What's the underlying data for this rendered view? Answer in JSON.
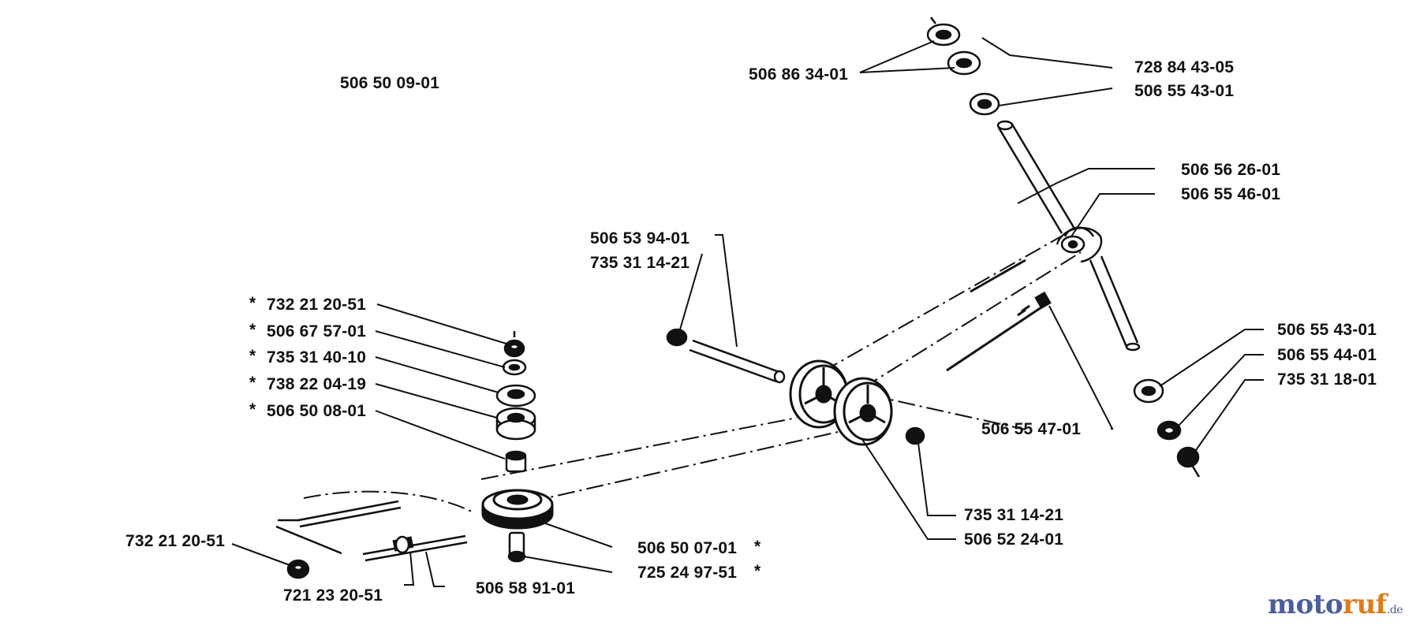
{
  "diagram": {
    "assembly_number": "506 50 09-01",
    "parts": [
      {
        "id": "p-728844305",
        "number": "728 84 43-05",
        "star": "none"
      },
      {
        "id": "p-506863401",
        "number": "506 86 34-01",
        "star": "none"
      },
      {
        "id": "p-506554301a",
        "number": "506 55 43-01",
        "star": "none"
      },
      {
        "id": "p-506562601",
        "number": "506 56 26-01",
        "star": "none"
      },
      {
        "id": "p-506554601",
        "number": "506 55 46-01",
        "star": "none"
      },
      {
        "id": "p-506539401",
        "number": "506 53 94-01",
        "star": "none"
      },
      {
        "id": "p-735311421a",
        "number": "735 31 14-21",
        "star": "none"
      },
      {
        "id": "p-732212051a",
        "number": "732 21 20-51",
        "star": "left"
      },
      {
        "id": "p-506675701",
        "number": "506 67 57-01",
        "star": "left"
      },
      {
        "id": "p-735314010",
        "number": "735 31 40-10",
        "star": "left"
      },
      {
        "id": "p-738220419",
        "number": "738 22 04-19",
        "star": "left"
      },
      {
        "id": "p-506500801",
        "number": "506 50 08-01",
        "star": "left"
      },
      {
        "id": "p-506554301b",
        "number": "506 55 43-01",
        "star": "none"
      },
      {
        "id": "p-506554401",
        "number": "506 55 44-01",
        "star": "none"
      },
      {
        "id": "p-735311801",
        "number": "735 31 18-01",
        "star": "none"
      },
      {
        "id": "p-506554701",
        "number": "506 55 47-01",
        "star": "none"
      },
      {
        "id": "p-735311421b",
        "number": "735 31 14-21",
        "star": "none"
      },
      {
        "id": "p-506522401",
        "number": "506 52 24-01",
        "star": "none"
      },
      {
        "id": "p-732212051b",
        "number": "732 21 20-51",
        "star": "none"
      },
      {
        "id": "p-506500701",
        "number": "506 50 07-01",
        "star": "right"
      },
      {
        "id": "p-725249751",
        "number": "725 24 97-51",
        "star": "right"
      },
      {
        "id": "p-721232051",
        "number": "721 23 20-51",
        "star": "none"
      },
      {
        "id": "p-506589101",
        "number": "506 58 91-01",
        "star": "none"
      }
    ],
    "star_symbol": "*"
  },
  "watermark": {
    "part1": "moto",
    "part2": "ruf",
    "part3": ".de"
  }
}
